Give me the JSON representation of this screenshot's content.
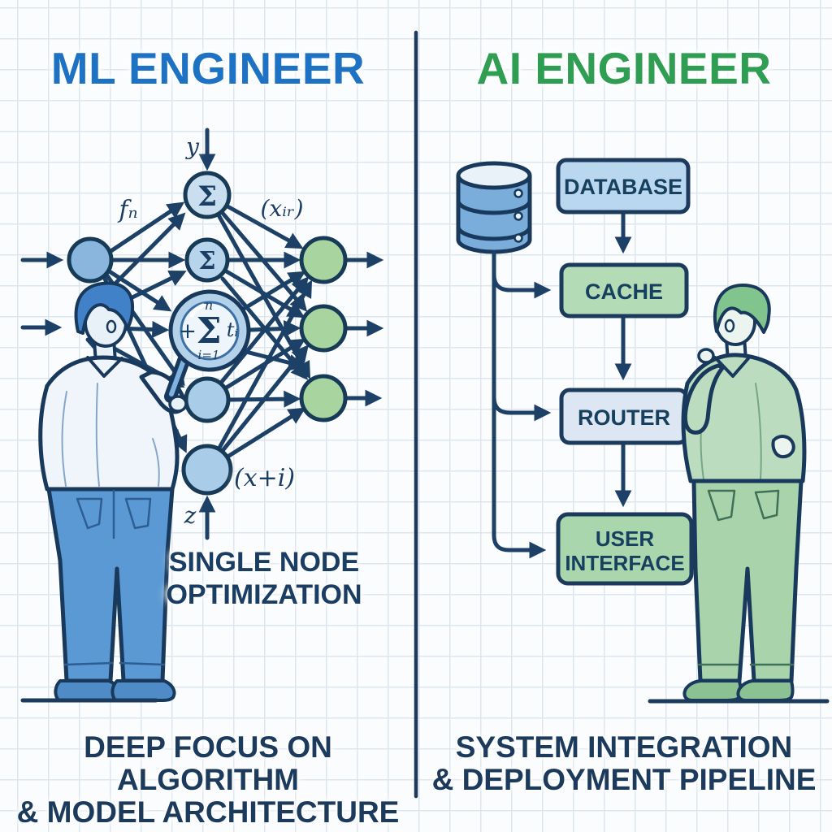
{
  "meta": {
    "kind": "comparison-infographic",
    "panels": 2
  },
  "colors": {
    "ml_title": "#1e72c4",
    "ai_title": "#2f9e53",
    "ink_navy": "#1b3a5c",
    "node_blue": "#a9cce8",
    "node_green": "#a8d4a0",
    "box_blue": "#b9d8ef",
    "box_green": "#b3dcb6",
    "box_lightblue": "#dde7f3",
    "grid": "#dce6ef"
  },
  "left": {
    "title": "ML ENGINEER",
    "network": {
      "input_label_top": "y",
      "weight_label": "fₙ",
      "output_label": "(xᵢᵣ)",
      "bottom_node_label": "(x+i)",
      "input_label_bottom": "z",
      "node_symbol": "Σ",
      "magnifier": {
        "plus": "+",
        "sigma": "Σ",
        "upper_limit": "n",
        "lower_limit": "i=1",
        "term": "tᵢ"
      }
    },
    "note_line1": "SINGLE NODE",
    "note_line2": "OPTIMIZATION",
    "caption_line1": "DEEP FOCUS ON ALGORITHM",
    "caption_line2": "& MODEL ARCHITECTURE"
  },
  "right": {
    "title": "AI ENGINEER",
    "flowchart": {
      "boxes": [
        {
          "label": "DATABASE"
        },
        {
          "label": "CACHE"
        },
        {
          "label": "ROUTER"
        },
        {
          "label": "USER INTERFACE",
          "line1": "USER",
          "line2": "INTERFACE"
        }
      ]
    },
    "caption_line1": "SYSTEM INTEGRATION",
    "caption_line2": "& DEPLOYMENT PIPELINE"
  }
}
